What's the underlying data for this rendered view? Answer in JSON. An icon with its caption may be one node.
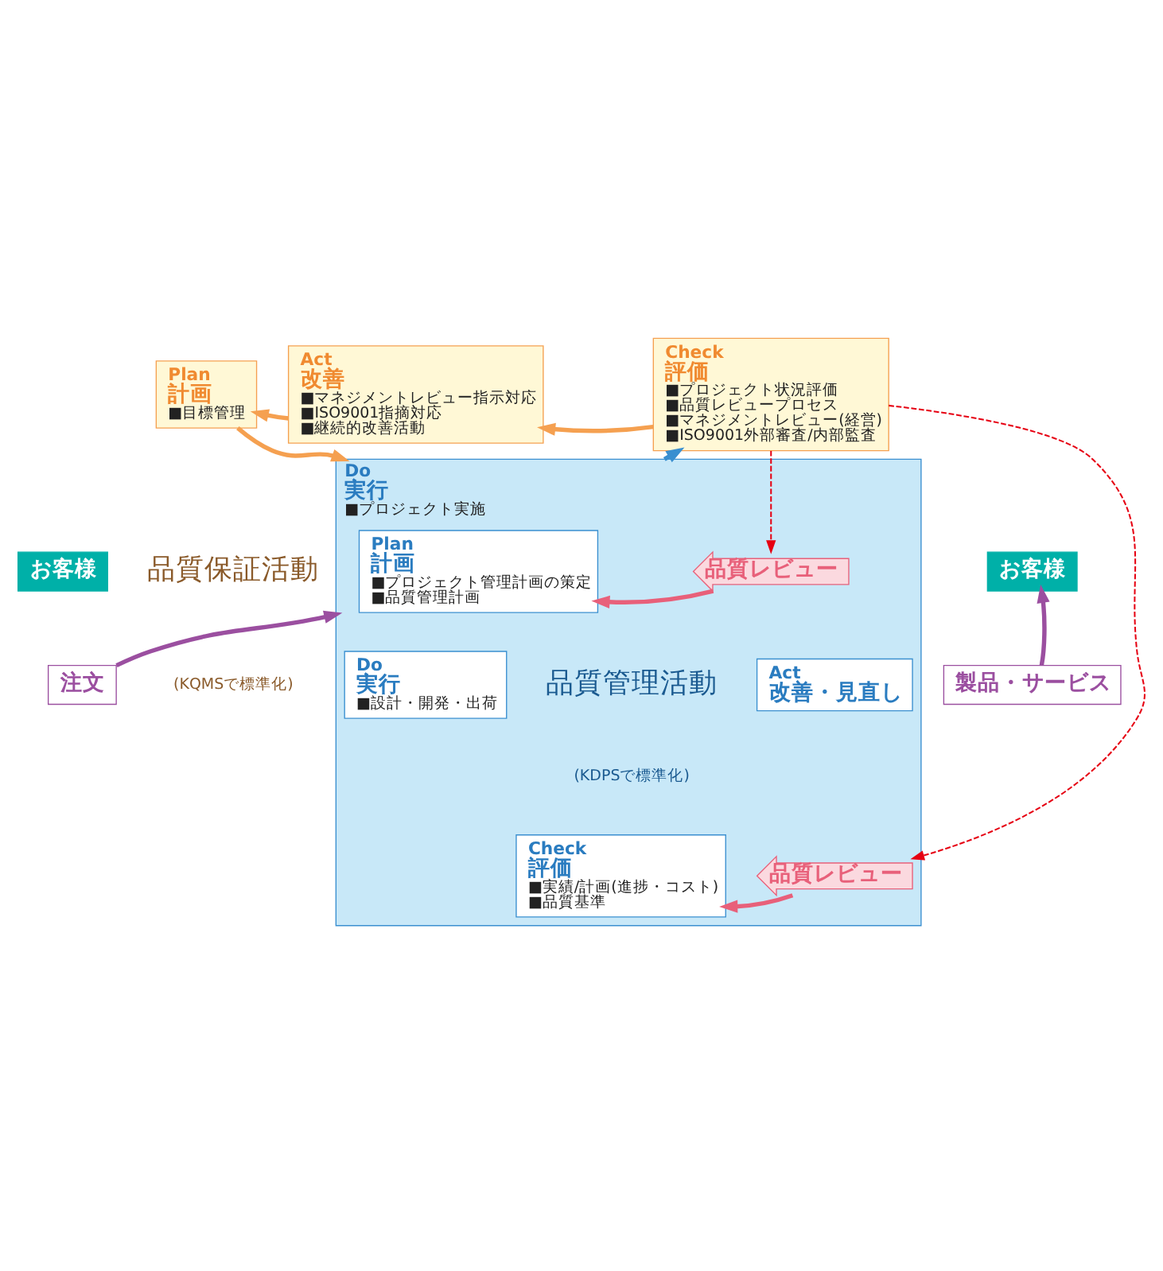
{
  "diagram": {
    "nodes": [
      {
        "text": [
          "お客様"
        ]
      },
      {
        "text": [
          "お客様"
        ]
      },
      {
        "text": [
          "Act",
          "改善",
          "■マネジメントレビュー指示対応",
          "■ISO9001指摘対応",
          "■継続的改善活動"
        ]
      },
      {
        "text": [
          "Plan",
          "計画",
          "■目標管理"
        ]
      },
      {
        "text": [
          "Check",
          "評価",
          "■プロジェクト状況評価",
          "■品質レビュープロセス",
          "■マネジメントレビュー(経営)",
          "■ISO9001外部審査/内部監査"
        ]
      },
      {
        "text": [
          "Do",
          "実行",
          "■プロジェクト実施"
        ]
      },
      {
        "text": [
          "Plan",
          "計画",
          "■プロジェクト管理計画の策定",
          "■品質管理計画"
        ],
        "in": 5
      },
      {
        "text": [
          "品質レビュー"
        ],
        "in": 5
      },
      {
        "text": [
          "Do",
          "実行",
          "■設計・開発・出荷"
        ],
        "in": 5
      },
      {
        "text": [
          "Act",
          "改善・見直し"
        ],
        "in": 5
      },
      {
        "text": [
          "Check",
          "評価",
          "■実績/計画(進捗・コスト)",
          "■品質基準"
        ],
        "in": 5
      },
      {
        "text": [
          "品質レビュー"
        ],
        "in": 5
      },
      {
        "text": [
          "注文"
        ]
      },
      {
        "text": [
          "製品・サービス"
        ]
      }
    ],
    "edges": [
      {
        "from": 4,
        "to": 2,
        "arrow": "to",
        "color": "#f5a050"
      },
      {
        "from": 2,
        "to": 3,
        "arrow": "to",
        "color": "#f5a050"
      },
      {
        "from": 3,
        "to": 5,
        "arrow": "to",
        "color": "#f5a050"
      },
      {
        "from": 5,
        "to": 4,
        "arrow": "to",
        "color": "#3a8fd0"
      },
      {
        "from": 4,
        "to": 7,
        "arrow": "to",
        "style": "dashed",
        "color": "#e60012"
      },
      {
        "from": 4,
        "to": 11,
        "arrow": "to",
        "style": "dashed",
        "color": "#e60012"
      },
      {
        "from": 7,
        "to": 6,
        "arrow": "to",
        "color": "#e8607a"
      },
      {
        "from": 11,
        "to": 10,
        "arrow": "to",
        "color": "#e8607a"
      },
      {
        "from": 12,
        "to": 5,
        "arrow": "to",
        "color": "#9b4fa0"
      },
      {
        "from": 13,
        "to": 1,
        "arrow": "to",
        "color": "#9b4fa0"
      }
    ],
    "labels": [
      "品質保証活動",
      "(KQMSで標準化)",
      "品質管理活動",
      "(KDPSで標準化)"
    ]
  }
}
